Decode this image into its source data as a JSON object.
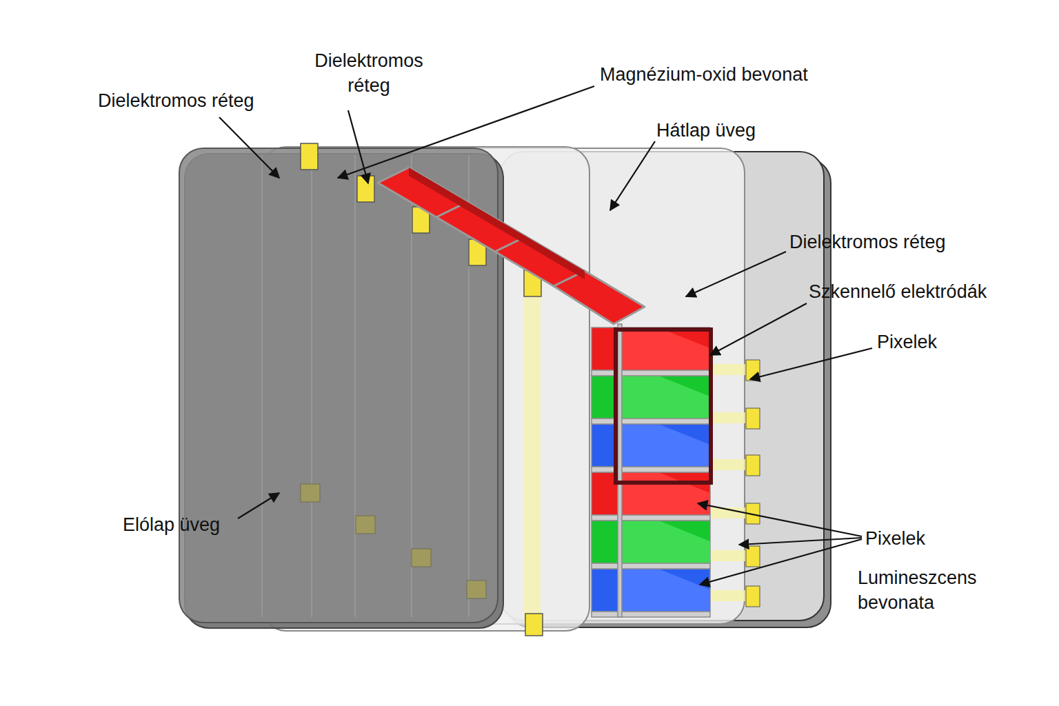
{
  "diagram": {
    "labels": [
      "Dielektromos réteg",
      "Dielektromos réteg",
      "Magnézium-oxid bevonat",
      "Hátlap üveg",
      "Dielektromos réteg",
      "Szkennelő elektródák",
      "Pixelek",
      "Elólap üveg",
      "Pixelek",
      "Lumineszcens bevonata"
    ]
  }
}
